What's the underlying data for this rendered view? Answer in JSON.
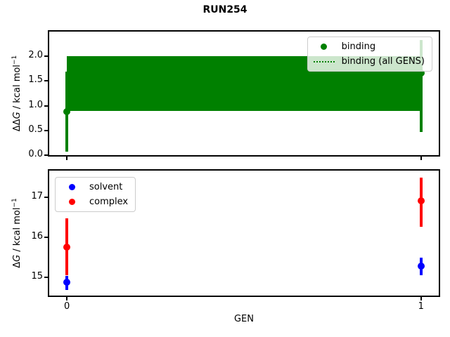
{
  "figure": {
    "title": "RUN254",
    "xlabel": "GEN",
    "background": "#ffffff"
  },
  "colors": {
    "binding": "#008000",
    "solvent": "#0000ff",
    "complex": "#ff0000",
    "spine": "#000000",
    "legend_border": "#cccccc"
  },
  "chart_data": [
    {
      "type": "errorbar",
      "title": "RUN254",
      "ylabel": "ΔΔG / kcal mol⁻¹",
      "ylabel_parts": {
        "prefix": "ΔΔ",
        "var": "G",
        "unit": " / kcal mol",
        "sup": "−1"
      },
      "xlabel": "",
      "xlim": [
        -0.05,
        1.05
      ],
      "ylim": [
        0,
        2.5
      ],
      "ytick_values": [
        0.0,
        0.5,
        1.0,
        1.5,
        2.0
      ],
      "ytick_labels": [
        "0.0",
        "0.5",
        "1.0",
        "1.5",
        "2.0"
      ],
      "xtick_values": [
        0,
        1
      ],
      "xtick_labels": [],
      "grid": false,
      "band": {
        "name": "binding (all GENS)",
        "color": "#008000",
        "x0": 0,
        "x1": 1,
        "y_low": 0.9,
        "y_high": 2.0,
        "line_style": "dotted"
      },
      "series": [
        {
          "name": "binding",
          "color": "#008000",
          "marker": "circle",
          "points": [
            {
              "x": 0,
              "y": 0.88,
              "err_low": 0.07,
              "err_high": 1.69
            },
            {
              "x": 1,
              "y": 1.66,
              "err_low": 0.47,
              "err_high": 2.33
            }
          ]
        }
      ],
      "legend": {
        "position": "upper right",
        "entries": [
          {
            "label": "binding",
            "swatch": "dot",
            "color": "#008000"
          },
          {
            "label": "binding (all GENS)",
            "swatch": "dotted-line",
            "color": "#008000"
          }
        ]
      }
    },
    {
      "type": "errorbar",
      "title": "",
      "ylabel": "ΔG / kcal mol⁻¹",
      "ylabel_parts": {
        "prefix": "Δ",
        "var": "G",
        "unit": " / kcal mol",
        "sup": "−1"
      },
      "xlabel": "GEN",
      "xlim": [
        -0.05,
        1.05
      ],
      "ylim": [
        14.54,
        17.66
      ],
      "ytick_values": [
        15,
        16,
        17
      ],
      "ytick_labels": [
        "15",
        "16",
        "17"
      ],
      "xtick_values": [
        0,
        1
      ],
      "xtick_labels": [
        "0",
        "1"
      ],
      "grid": false,
      "band": null,
      "series": [
        {
          "name": "solvent",
          "color": "#0000ff",
          "marker": "circle",
          "points": [
            {
              "x": 0,
              "y": 14.87,
              "err_low": 14.68,
              "err_high": 15.03
            },
            {
              "x": 1,
              "y": 15.27,
              "err_low": 15.04,
              "err_high": 15.48
            }
          ]
        },
        {
          "name": "complex",
          "color": "#ff0000",
          "marker": "circle",
          "points": [
            {
              "x": 0,
              "y": 15.75,
              "err_low": 15.05,
              "err_high": 16.46
            },
            {
              "x": 1,
              "y": 16.9,
              "err_low": 16.26,
              "err_high": 17.49
            }
          ]
        }
      ],
      "legend": {
        "position": "upper left",
        "entries": [
          {
            "label": "solvent",
            "swatch": "dot",
            "color": "#0000ff"
          },
          {
            "label": "complex",
            "swatch": "dot",
            "color": "#ff0000"
          }
        ]
      }
    }
  ]
}
